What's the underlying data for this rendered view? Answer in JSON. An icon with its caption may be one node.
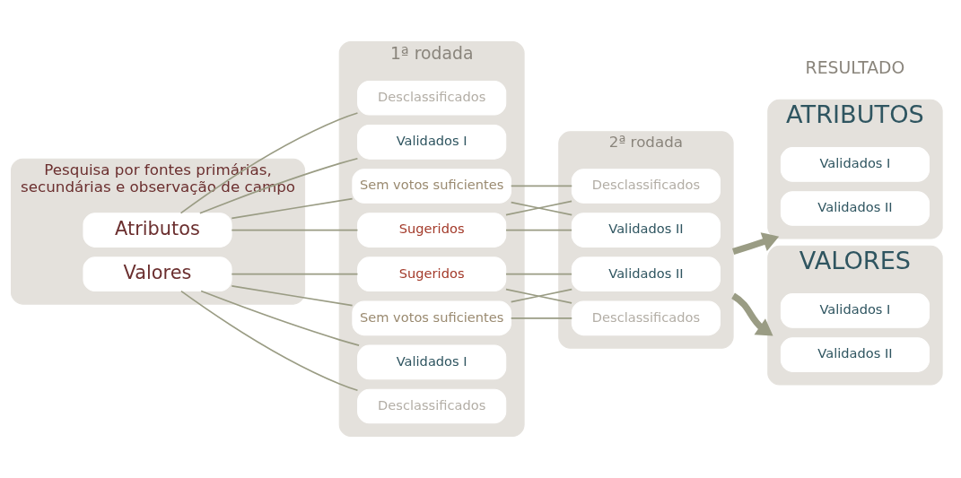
{
  "diagram": {
    "nodes": [
      {
        "text": [
          "Pesquisa por fontes primárias, secundárias e observação de campo"
        ]
      },
      {
        "text": [
          "Atributos"
        ],
        "in": 0
      },
      {
        "text": [
          "Valores"
        ],
        "in": 0
      },
      {
        "text": [
          "1ª rodada"
        ]
      },
      {
        "text": [
          "Desclassificados"
        ],
        "in": 3
      },
      {
        "text": [
          "Validados I"
        ],
        "in": 3
      },
      {
        "text": [
          "Sem votos suficientes"
        ],
        "in": 3
      },
      {
        "text": [
          "Sugeridos"
        ],
        "in": 3
      },
      {
        "text": [
          "Sugeridos"
        ],
        "in": 3
      },
      {
        "text": [
          "Sem votos suficientes"
        ],
        "in": 3
      },
      {
        "text": [
          "Validados I"
        ],
        "in": 3
      },
      {
        "text": [
          "Desclassificados"
        ],
        "in": 3
      },
      {
        "text": [
          "2ª rodada"
        ]
      },
      {
        "text": [
          "Desclassificados"
        ],
        "in": 12
      },
      {
        "text": [
          "Validados II"
        ],
        "in": 12
      },
      {
        "text": [
          "Validados II"
        ],
        "in": 12
      },
      {
        "text": [
          "Desclassificados"
        ],
        "in": 12
      },
      {
        "text": [
          "ATRIBUTOS"
        ]
      },
      {
        "text": [
          "Validados I"
        ],
        "in": 17
      },
      {
        "text": [
          "Validados II"
        ],
        "in": 17
      },
      {
        "text": [
          "VALORES"
        ]
      },
      {
        "text": [
          "Validados I"
        ],
        "in": 20
      },
      {
        "text": [
          "Validados II"
        ],
        "in": 20
      }
    ],
    "edges": [
      {
        "from": 1,
        "to": 4,
        "arrow": "none"
      },
      {
        "from": 1,
        "to": 5,
        "arrow": "none"
      },
      {
        "from": 1,
        "to": 6,
        "arrow": "none"
      },
      {
        "from": 1,
        "to": 7,
        "arrow": "none"
      },
      {
        "from": 2,
        "to": 8,
        "arrow": "none"
      },
      {
        "from": 2,
        "to": 9,
        "arrow": "none"
      },
      {
        "from": 2,
        "to": 10,
        "arrow": "none"
      },
      {
        "from": 2,
        "to": 11,
        "arrow": "none"
      },
      {
        "from": 6,
        "to": 13,
        "arrow": "none"
      },
      {
        "from": 6,
        "to": 14,
        "arrow": "none"
      },
      {
        "from": 7,
        "to": 13,
        "arrow": "none"
      },
      {
        "from": 7,
        "to": 14,
        "arrow": "none"
      },
      {
        "from": 8,
        "to": 15,
        "arrow": "none"
      },
      {
        "from": 8,
        "to": 16,
        "arrow": "none"
      },
      {
        "from": 9,
        "to": 15,
        "arrow": "none"
      },
      {
        "from": 9,
        "to": 16,
        "arrow": "none"
      },
      {
        "from": 12,
        "to": 17,
        "arrow": "to",
        "style": "thick"
      },
      {
        "from": 12,
        "to": 20,
        "arrow": "to",
        "style": "thick"
      }
    ],
    "labels": [
      "RESULTADO"
    ]
  }
}
